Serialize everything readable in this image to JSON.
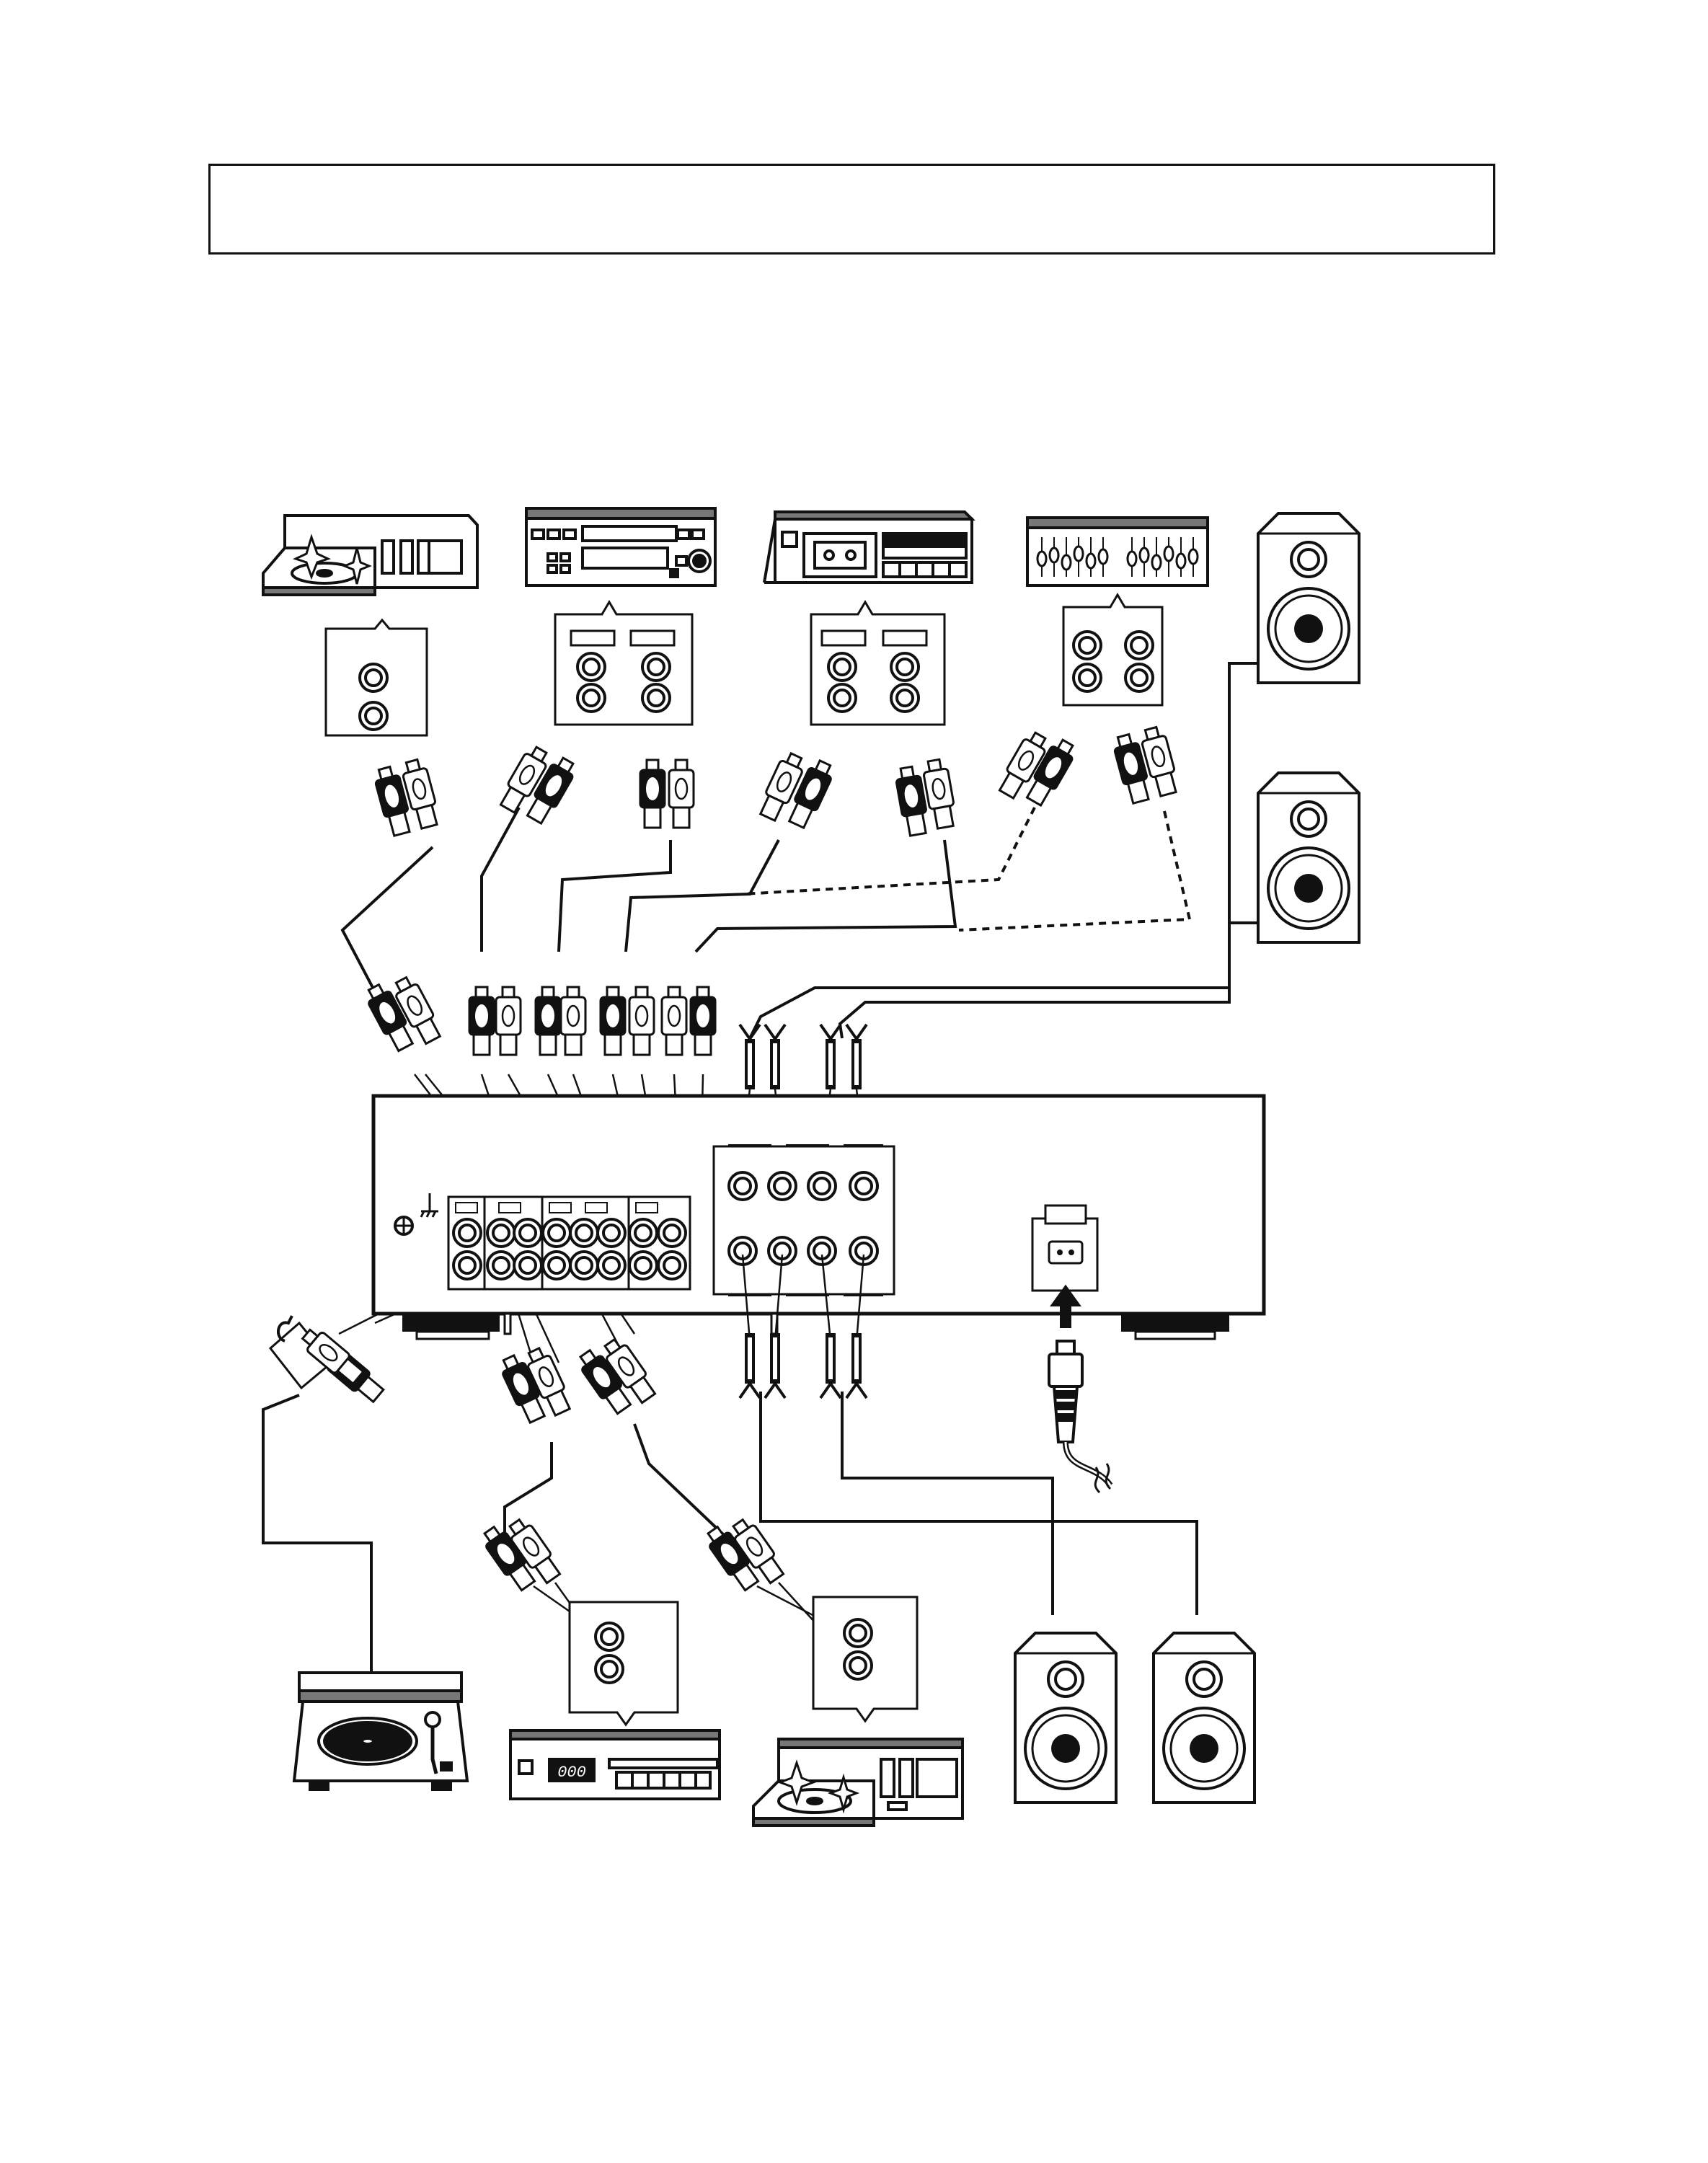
{
  "title_box": {
    "text": ""
  },
  "colors": {
    "ink": "#111111",
    "paper": "#ffffff",
    "shadow": "#777777"
  },
  "components": [
    {
      "id": "cd-player-top",
      "icon": "cd-player-icon"
    },
    {
      "id": "dat-deck",
      "icon": "dat-deck-icon"
    },
    {
      "id": "cassette-deck",
      "icon": "cassette-deck-icon"
    },
    {
      "id": "equalizer",
      "icon": "equalizer-icon"
    },
    {
      "id": "speaker-front-right",
      "icon": "speaker-icon"
    },
    {
      "id": "speaker-front-left",
      "icon": "speaker-icon"
    },
    {
      "id": "amplifier",
      "icon": "amplifier-rear-panel-icon"
    },
    {
      "id": "turntable",
      "icon": "turntable-icon"
    },
    {
      "id": "tuner",
      "icon": "tuner-icon"
    },
    {
      "id": "cd-player-bottom",
      "icon": "cd-player-icon"
    },
    {
      "id": "speaker-rear-left",
      "icon": "speaker-icon"
    },
    {
      "id": "speaker-rear-right",
      "icon": "speaker-icon"
    },
    {
      "id": "power-plug",
      "icon": "power-plug-icon"
    }
  ],
  "display_digits": "000"
}
